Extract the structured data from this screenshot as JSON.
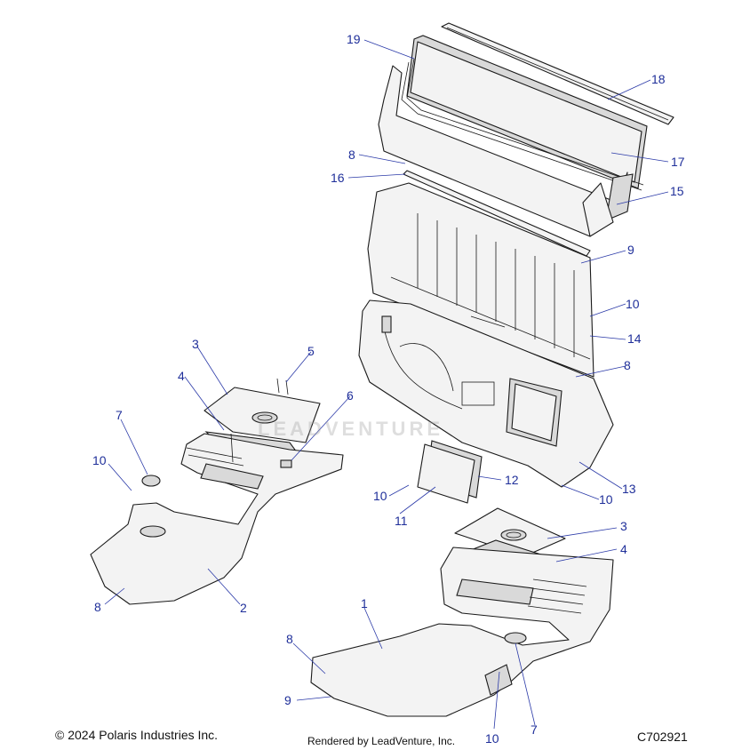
{
  "callouts": [
    {
      "id": "19",
      "text": "19"
    },
    {
      "id": "18",
      "text": "18"
    },
    {
      "id": "17",
      "text": "17"
    },
    {
      "id": "8a",
      "text": "8"
    },
    {
      "id": "16",
      "text": "16"
    },
    {
      "id": "15",
      "text": "15"
    },
    {
      "id": "9a",
      "text": "9"
    },
    {
      "id": "10a",
      "text": "10"
    },
    {
      "id": "14",
      "text": "14"
    },
    {
      "id": "8b",
      "text": "8"
    },
    {
      "id": "3a",
      "text": "3"
    },
    {
      "id": "5",
      "text": "5"
    },
    {
      "id": "4a",
      "text": "4"
    },
    {
      "id": "6",
      "text": "6"
    },
    {
      "id": "7a",
      "text": "7"
    },
    {
      "id": "10b",
      "text": "10"
    },
    {
      "id": "12",
      "text": "12"
    },
    {
      "id": "13",
      "text": "13"
    },
    {
      "id": "10c",
      "text": "10"
    },
    {
      "id": "11",
      "text": "11"
    },
    {
      "id": "10d",
      "text": "10"
    },
    {
      "id": "3b",
      "text": "3"
    },
    {
      "id": "4b",
      "text": "4"
    },
    {
      "id": "8c",
      "text": "8"
    },
    {
      "id": "2",
      "text": "2"
    },
    {
      "id": "1",
      "text": "1"
    },
    {
      "id": "8d",
      "text": "8"
    },
    {
      "id": "9b",
      "text": "9"
    },
    {
      "id": "10e",
      "text": "10"
    },
    {
      "id": "7b",
      "text": "7"
    }
  ],
  "footer": {
    "copyright": "© 2024 Polaris Industries Inc.",
    "rendered_by": "Rendered by LeadVenture, Inc.",
    "diagram_code": "C702921"
  },
  "watermark": "LEADVENTURE",
  "colors": {
    "callout": "#1f2f9a",
    "line": "#1a1a1a"
  }
}
